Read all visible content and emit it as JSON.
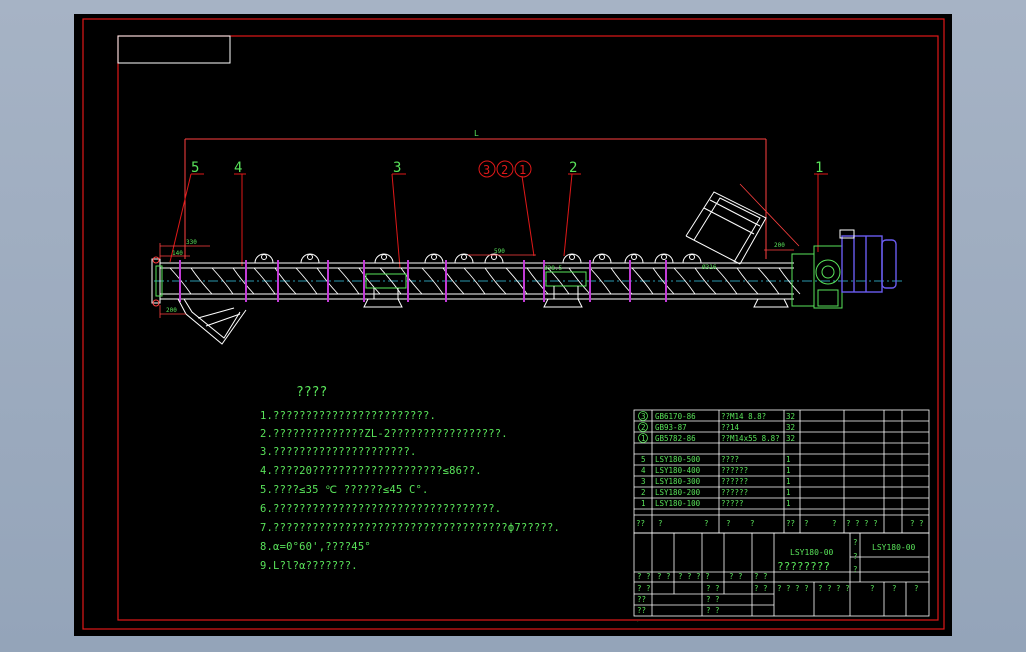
{
  "callouts": [
    "5",
    "4",
    "3",
    "2",
    "1"
  ],
  "circled_parts": [
    "3",
    "2",
    "1"
  ],
  "dims": {
    "overall": "L",
    "d140": "140",
    "d330": "330",
    "d200_left": "200",
    "d200_right": "200",
    "d590": "590",
    "d285": "Ø28.5",
    "d_inlet": "Ø316"
  },
  "notes_title": "????",
  "notes": [
    "1.????????????????????????.",
    "2.??????????????ZL-2?????????????????.",
    "3.?????????????????????.",
    "4.????20????????????????????≤86??.",
    "5.????≤35 ℃ ??????≤45 C°.",
    "6.??????????????????????????????????.",
    "7.????????????????????????????????????ф7?????.",
    "8.α=0°60',????45°",
    "9.L?l?α???????."
  ],
  "bom_fasteners": [
    {
      "no": "3",
      "code": "GB6170-86",
      "name": "??M14  8.8?",
      "qty": "32"
    },
    {
      "no": "2",
      "code": "GB93-87",
      "name": "??14",
      "qty": "32"
    },
    {
      "no": "1",
      "code": "GB5782-86",
      "name": "??M14x55  8.8?",
      "qty": "32"
    }
  ],
  "bom_parts": [
    {
      "no": "5",
      "code": "LSY180-500",
      "name": "????",
      "qty": "1"
    },
    {
      "no": "4",
      "code": "LSY180-400",
      "name": "??????",
      "qty": "1"
    },
    {
      "no": "3",
      "code": "LSY180-300",
      "name": "??????",
      "qty": "1"
    },
    {
      "no": "2",
      "code": "LSY180-200",
      "name": "??????",
      "qty": "1"
    },
    {
      "no": "1",
      "code": "LSY180-100",
      "name": "?????",
      "qty": "1"
    }
  ],
  "bom_header": [
    "??",
    "?",
    "?",
    "?",
    "?",
    "??",
    "?",
    "?",
    "? ? ? ?",
    "?",
    "?"
  ],
  "title_block": {
    "drawing_no": "LSY180-00",
    "drawing_no_2": "LSY180-00",
    "title": "????????",
    "row_labels": [
      "? ?",
      "? ?",
      "? ? ? ?",
      "? ?",
      "? ?",
      "? ?",
      "??",
      "??",
      "??"
    ],
    "mid_labels": [
      "? ?",
      "? ?",
      "? ?",
      "? ?"
    ],
    "right_labels": [
      "? ? ? ?",
      "? ? ? ?",
      "?",
      "?",
      "?"
    ],
    "side_marks": [
      "?",
      "?",
      "?"
    ]
  },
  "colors": {
    "background": "#9aa8bb",
    "sheet": "#000000",
    "frame": "#e01818",
    "text": "#59e35a",
    "body": "#ffffff",
    "flange": "#c23ad6",
    "motor": "#6a5cf0",
    "dash": "#38c9e8"
  }
}
